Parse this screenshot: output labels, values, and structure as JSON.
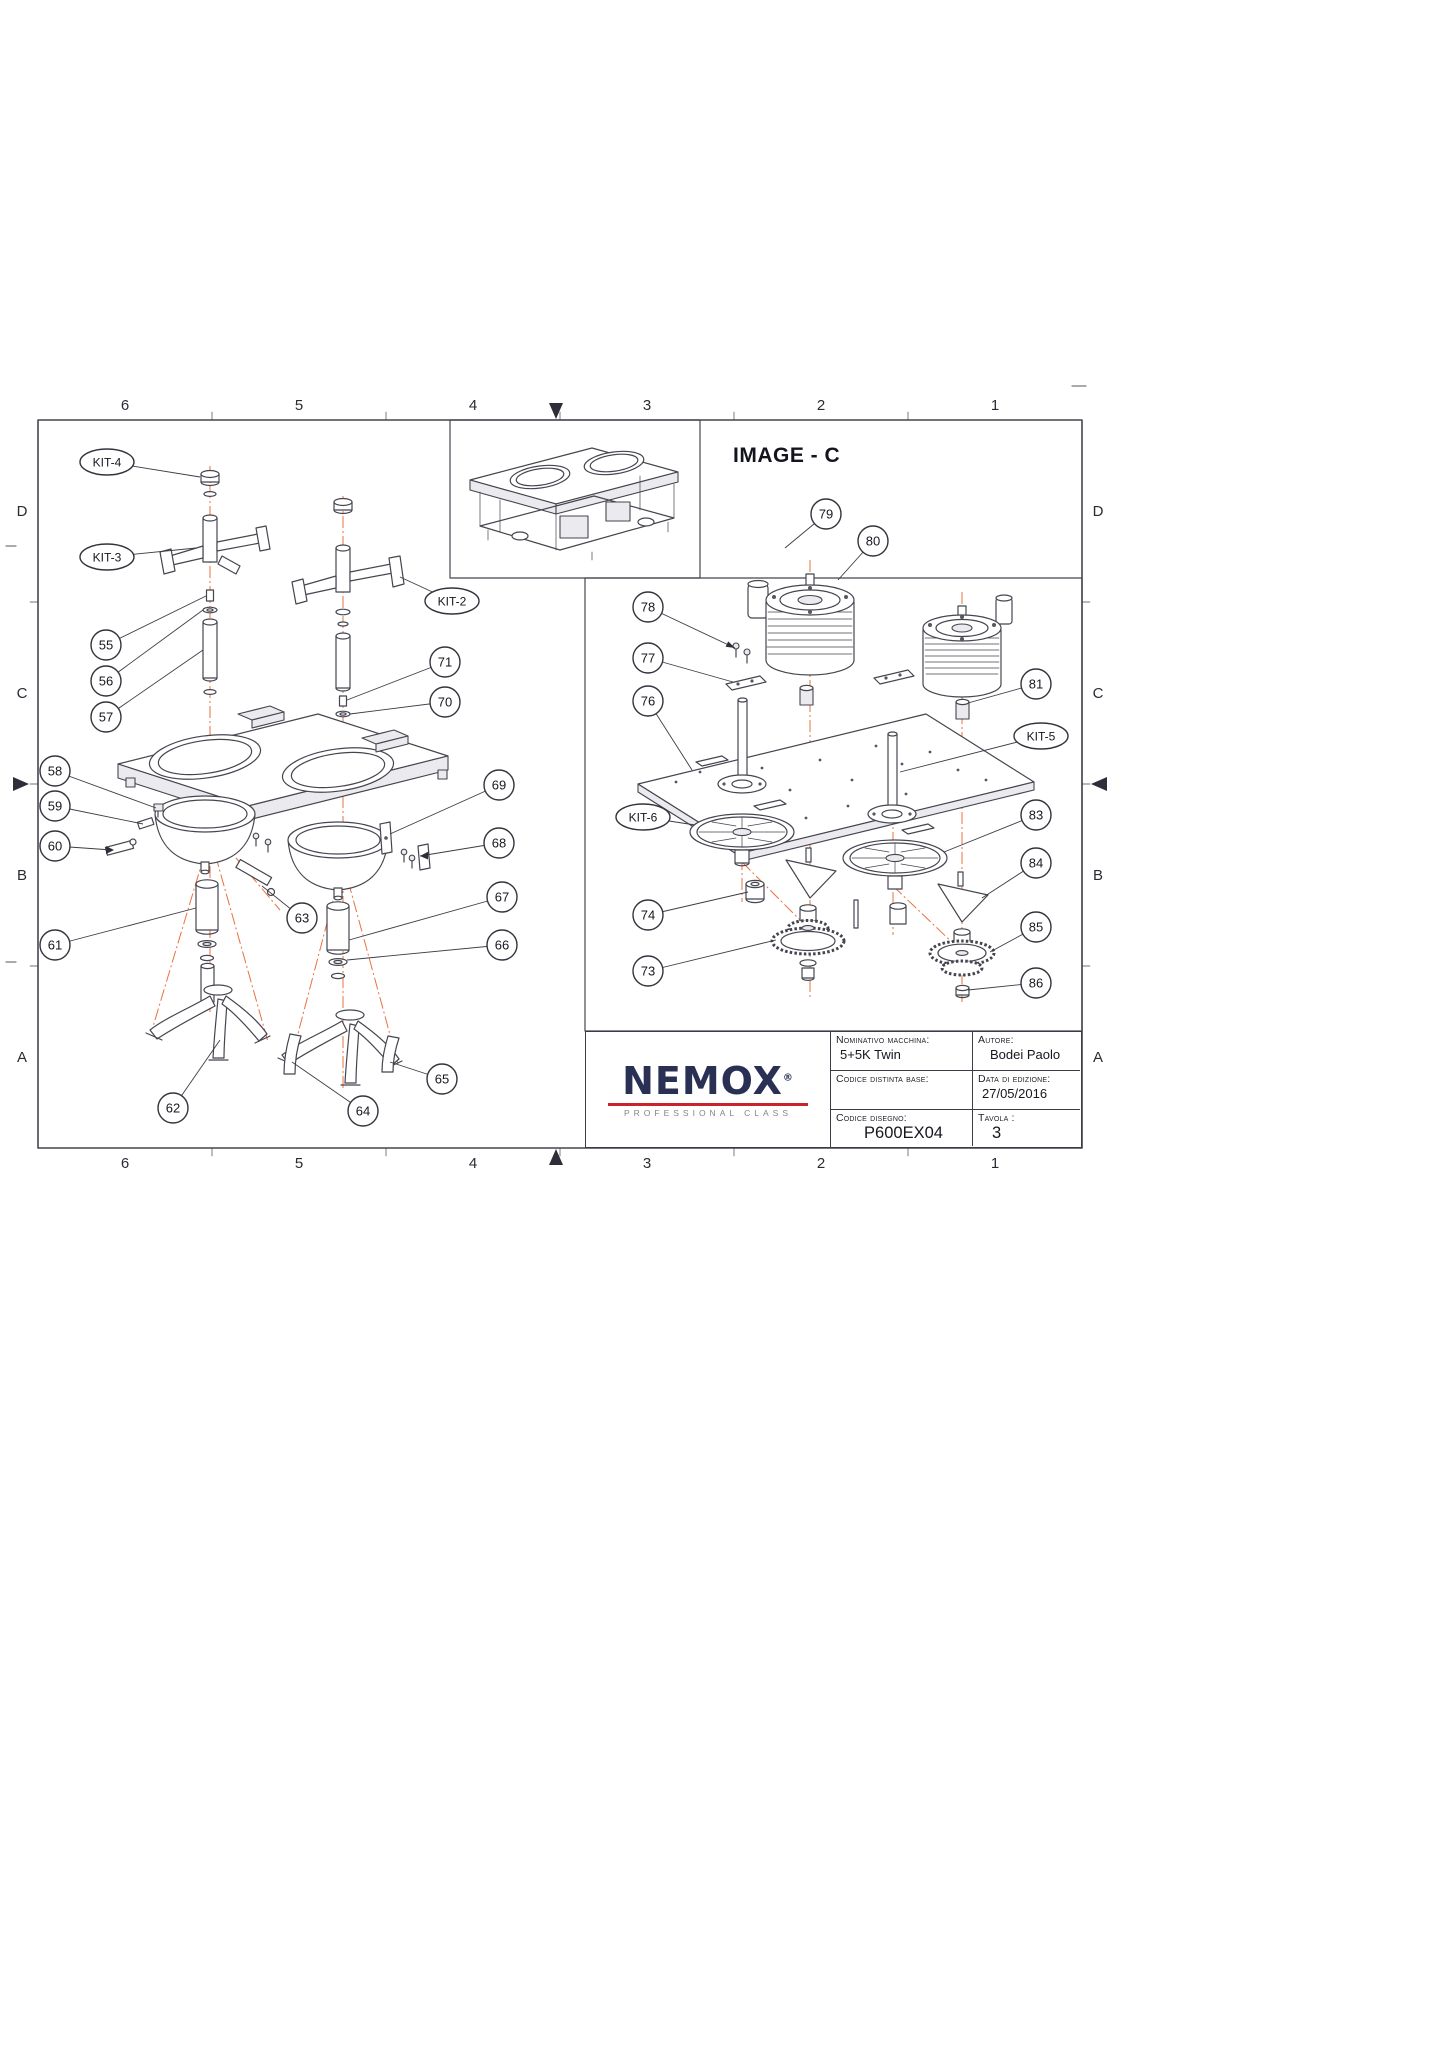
{
  "colors": {
    "line": "#45454f",
    "centerline": "#e8713e",
    "balloon": "#33333d",
    "logo_navy": "#2a3054",
    "logo_red": "#c8242b",
    "title_text": "#14141e"
  },
  "drawing": {
    "image_label": "IMAGE - C"
  },
  "grid": {
    "columns": [
      "6",
      "5",
      "4",
      "3",
      "2",
      "1"
    ],
    "rows": [
      "D",
      "C",
      "B",
      "A"
    ]
  },
  "callouts": {
    "kit2": "KIT-2",
    "kit3": "KIT-3",
    "kit4": "KIT-4",
    "kit5": "KIT-5",
    "kit6": "KIT-6",
    "n55": "55",
    "n56": "56",
    "n57": "57",
    "n58": "58",
    "n59": "59",
    "n60": "60",
    "n61": "61",
    "n62": "62",
    "n63": "63",
    "n64": "64",
    "n65": "65",
    "n66": "66",
    "n67": "67",
    "n68": "68",
    "n69": "69",
    "n70": "70",
    "n71": "71",
    "n73": "73",
    "n74": "74",
    "n76": "76",
    "n77": "77",
    "n78": "78",
    "n79": "79",
    "n80": "80",
    "n81": "81",
    "n83": "83",
    "n84": "84",
    "n85": "85",
    "n86": "86"
  },
  "title_block": {
    "brand": "NEMOX",
    "brand_mark": "®",
    "brand_tagline": "PROFESSIONAL CLASS",
    "machine_label": "Nominativo macchina:",
    "machine_value": "5+5K Twin",
    "author_label": "Autore:",
    "author_value": "Bodei Paolo",
    "bom_label": "Codice distinta base:",
    "edition_label": "Data di edizione:",
    "edition_value": "27/05/2016",
    "code_label": "Codice disegno:",
    "code_value": "P600EX04",
    "sheet_label": "Tavola :",
    "sheet_value": "3"
  }
}
